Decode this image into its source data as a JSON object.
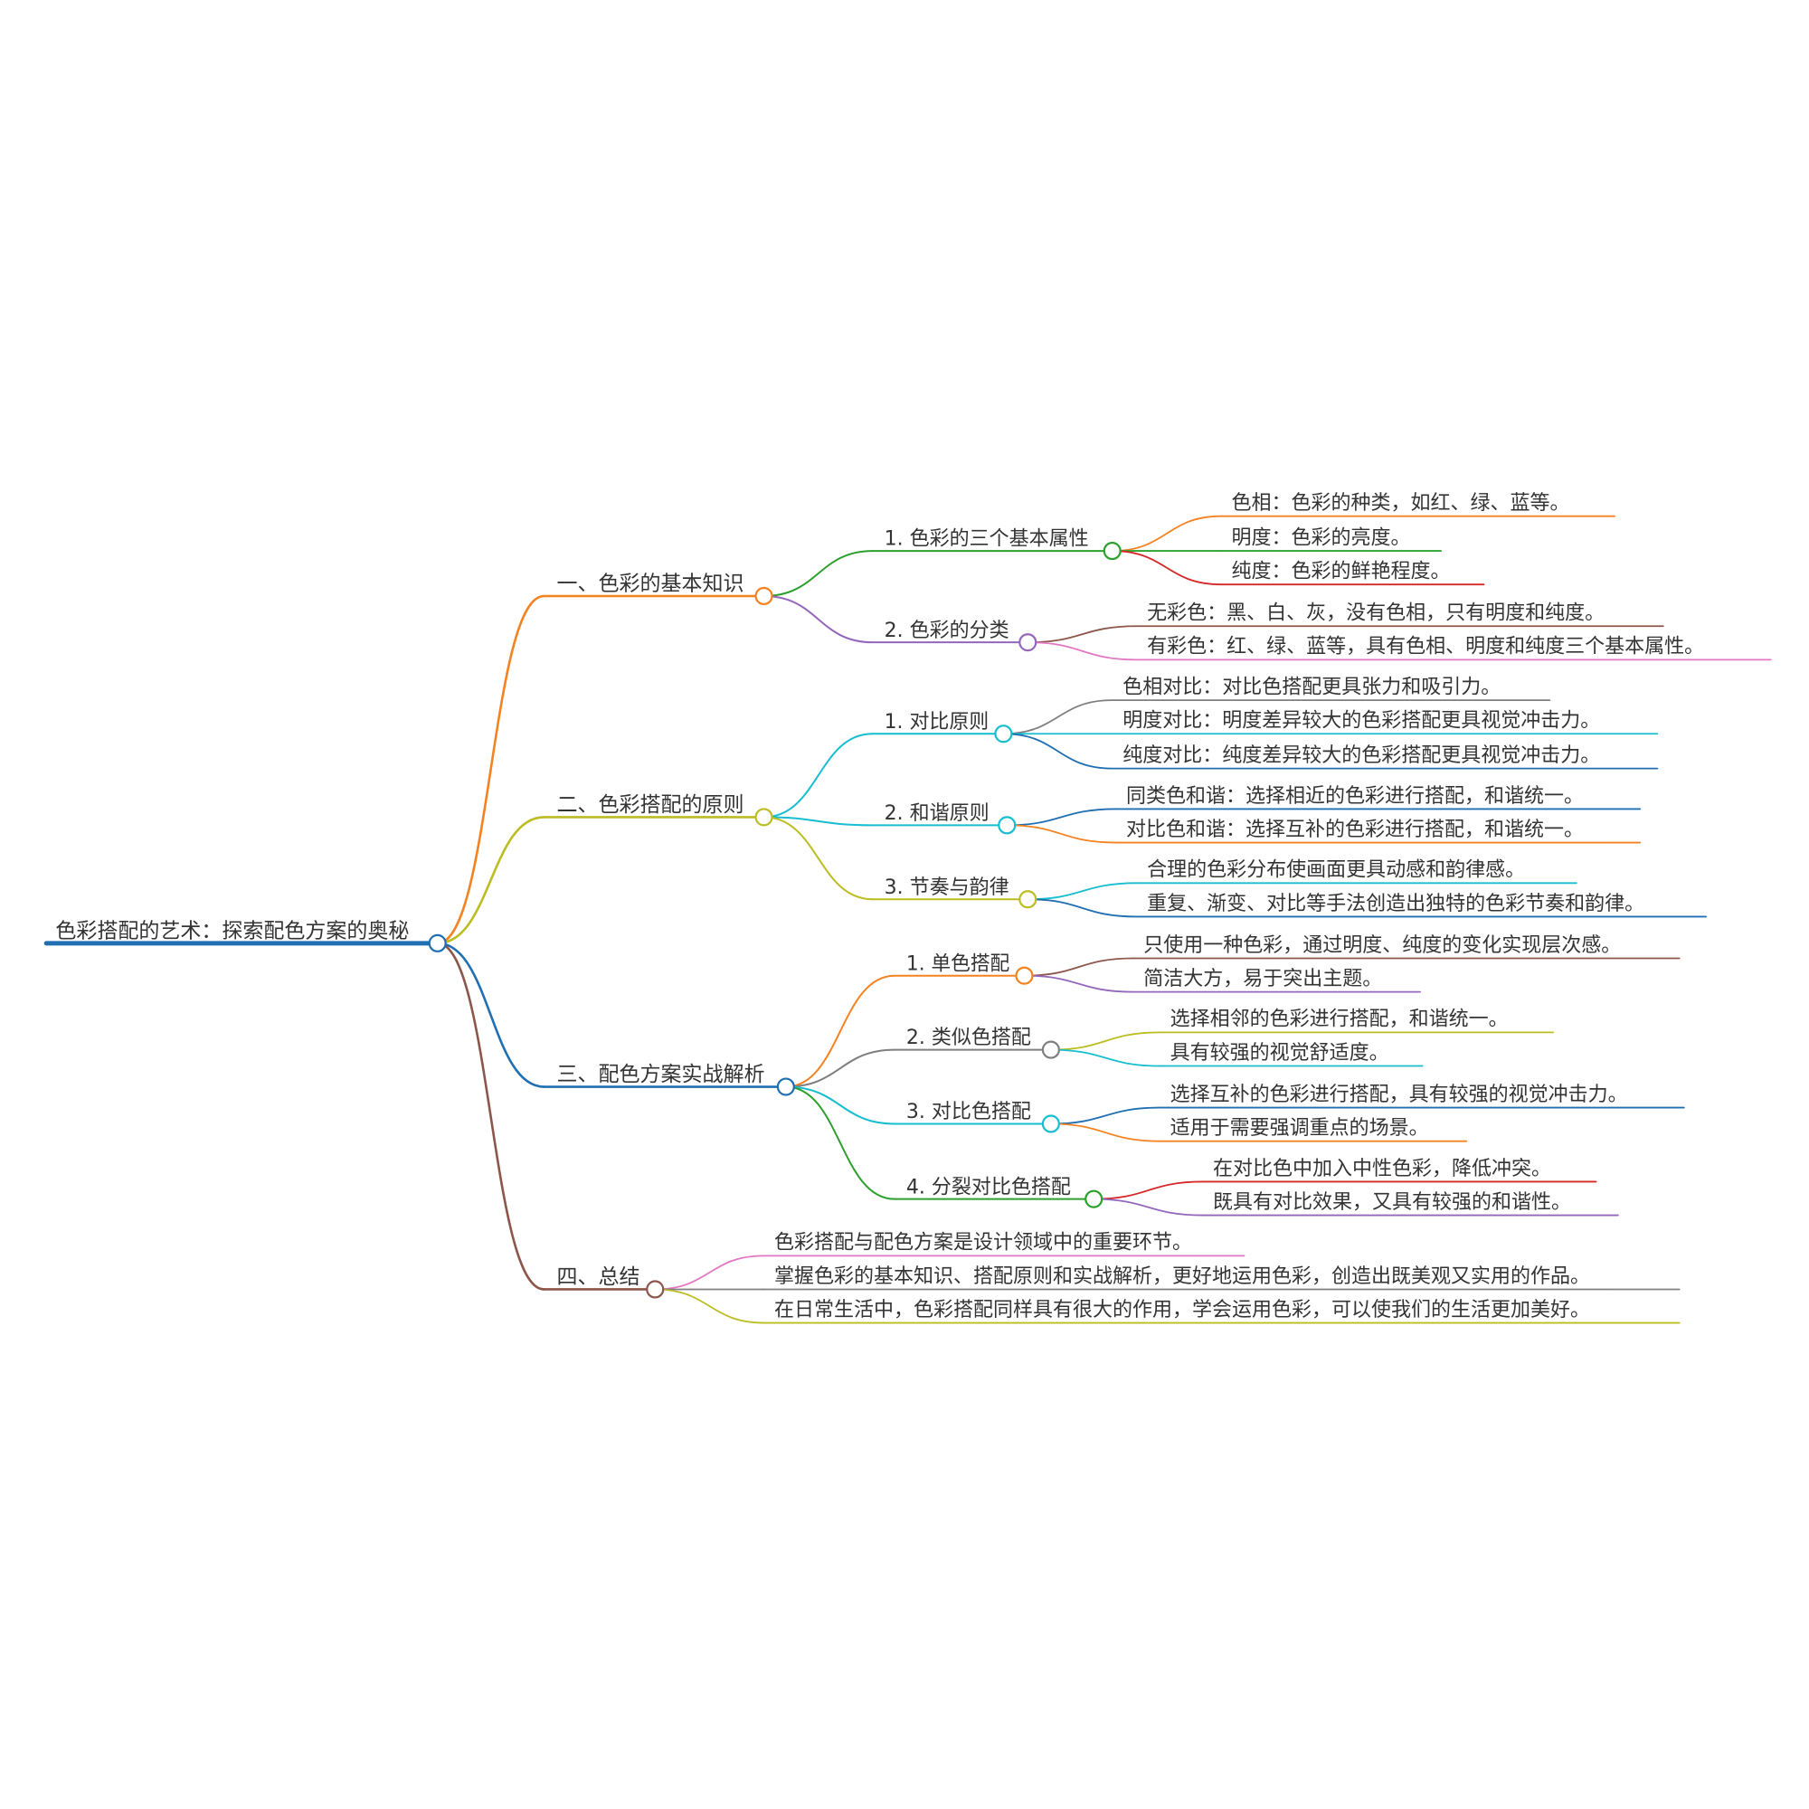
{
  "root": {
    "label": "色彩搭配的艺术：探索配色方案的奥秘",
    "color": "#1f6fb2"
  },
  "branches": [
    {
      "label": "一、色彩的基本知识",
      "color": "#f58220",
      "children": [
        {
          "label": "1. 色彩的三个基本属性",
          "color": "#2ca02c",
          "leaves": [
            {
              "label": "色相：色彩的种类，如红、绿、蓝等。",
              "color": "#f58220"
            },
            {
              "label": "明度：色彩的亮度。",
              "color": "#2ca02c"
            },
            {
              "label": "纯度：色彩的鲜艳程度。",
              "color": "#d62728"
            }
          ]
        },
        {
          "label": "2. 色彩的分类",
          "color": "#9467bd",
          "leaves": [
            {
              "label": "无彩色：黑、白、灰，没有色相，只有明度和纯度。",
              "color": "#8c564b"
            },
            {
              "label": "有彩色：红、绿、蓝等，具有色相、明度和纯度三个基本属性。",
              "color": "#e377c2"
            }
          ]
        }
      ]
    },
    {
      "label": "二、色彩搭配的原则",
      "color": "#bcbd22",
      "children": [
        {
          "label": "1. 对比原则",
          "color": "#17becf",
          "leaves": [
            {
              "label": "色相对比：对比色搭配更具张力和吸引力。",
              "color": "#7f7f7f"
            },
            {
              "label": "明度对比：明度差异较大的色彩搭配更具视觉冲击力。",
              "color": "#17becf"
            },
            {
              "label": "纯度对比：纯度差异较大的色彩搭配更具视觉冲击力。",
              "color": "#1f6fb2"
            }
          ]
        },
        {
          "label": "2. 和谐原则",
          "color": "#17becf",
          "leaves": [
            {
              "label": "同类色和谐：选择相近的色彩进行搭配，和谐统一。",
              "color": "#1f6fb2"
            },
            {
              "label": "对比色和谐：选择互补的色彩进行搭配，和谐统一。",
              "color": "#f58220"
            }
          ]
        },
        {
          "label": "3. 节奏与韵律",
          "color": "#bcbd22",
          "leaves": [
            {
              "label": "合理的色彩分布使画面更具动感和韵律感。",
              "color": "#17becf"
            },
            {
              "label": "重复、渐变、对比等手法创造出独特的色彩节奏和韵律。",
              "color": "#1f6fb2"
            }
          ]
        }
      ]
    },
    {
      "label": "三、配色方案实战解析",
      "color": "#1f6fb2",
      "children": [
        {
          "label": "1. 单色搭配",
          "color": "#f58220",
          "leaves": [
            {
              "label": "只使用一种色彩，通过明度、纯度的变化实现层次感。",
              "color": "#8c564b"
            },
            {
              "label": "简洁大方，易于突出主题。",
              "color": "#9467bd"
            }
          ]
        },
        {
          "label": "2. 类似色搭配",
          "color": "#7f7f7f",
          "leaves": [
            {
              "label": "选择相邻的色彩进行搭配，和谐统一。",
              "color": "#bcbd22"
            },
            {
              "label": "具有较强的视觉舒适度。",
              "color": "#17becf"
            }
          ]
        },
        {
          "label": "3. 对比色搭配",
          "color": "#17becf",
          "leaves": [
            {
              "label": "选择互补的色彩进行搭配，具有较强的视觉冲击力。",
              "color": "#1f6fb2"
            },
            {
              "label": "适用于需要强调重点的场景。",
              "color": "#f58220"
            }
          ]
        },
        {
          "label": "4. 分裂对比色搭配",
          "color": "#2ca02c",
          "leaves": [
            {
              "label": "在对比色中加入中性色彩，降低冲突。",
              "color": "#d62728"
            },
            {
              "label": "既具有对比效果，又具有较强的和谐性。",
              "color": "#9467bd"
            }
          ]
        }
      ]
    },
    {
      "label": "四、总结",
      "color": "#8c564b",
      "leaves": [
        {
          "label": "色彩搭配与配色方案是设计领域中的重要环节。",
          "color": "#e377c2"
        },
        {
          "label": "掌握色彩的基本知识、搭配原则和实战解析，更好地运用色彩，创造出既美观又实用的作品。",
          "color": "#7f7f7f"
        },
        {
          "label": "在日常生活中，色彩搭配同样具有很大的作用，学会运用色彩，可以使我们的生活更加美好。",
          "color": "#bcbd22"
        }
      ]
    }
  ]
}
